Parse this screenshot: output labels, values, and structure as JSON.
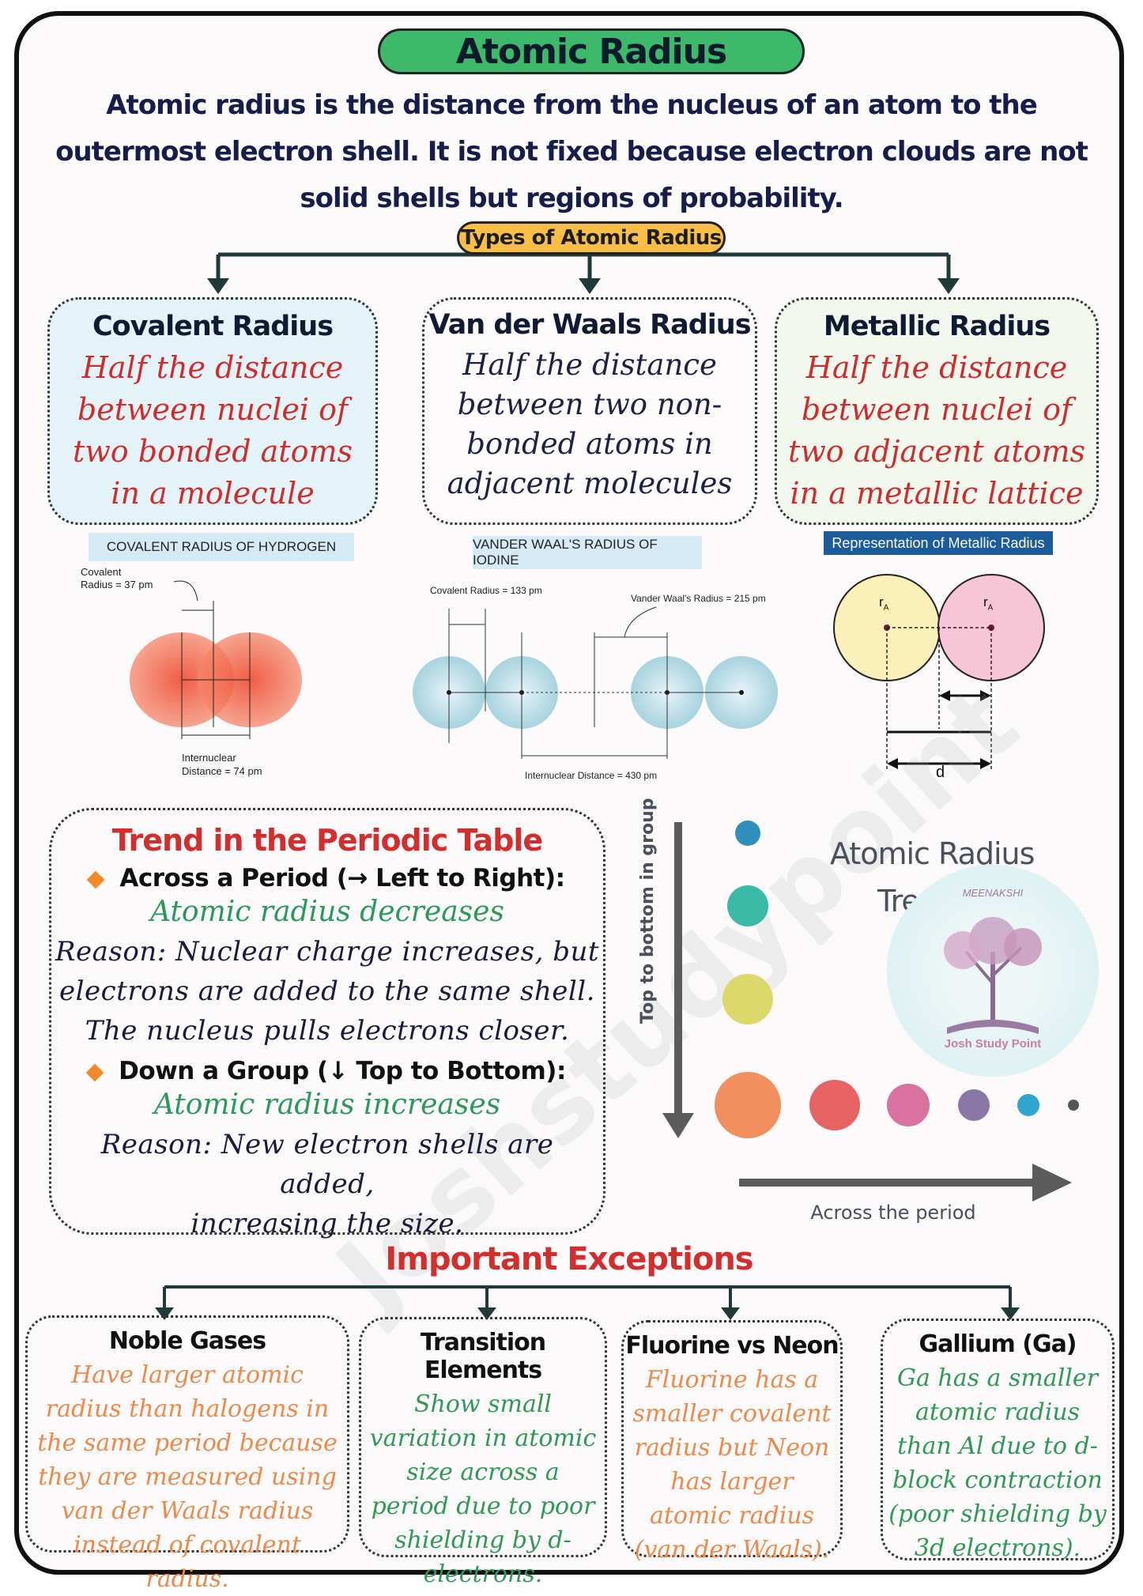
{
  "title": "Atomic Radius",
  "intro": "Atomic radius is the distance from the nucleus of an atom to the outermost electron shell. It is not fixed because electron clouds are not solid shells but regions of probability.",
  "types_label": "Types of Atomic Radius",
  "types": [
    {
      "heading": "Covalent Radius",
      "text": "Half the distance between nuclei of two bonded atoms in a molecule"
    },
    {
      "heading": "Van der Waals Radius",
      "text": "Half the distance between two non-bonded atoms in adjacent molecules"
    },
    {
      "heading": "Metallic Radius",
      "text": "Half the distance between nuclei of two adjacent atoms in a metallic lattice"
    }
  ],
  "diagrams": {
    "covalent": {
      "caption": "COVALENT RADIUS OF HYDROGEN",
      "radius_label_1": "Covalent",
      "radius_label_2": "Radius = 37 pm",
      "distance_label_1": "Internuclear",
      "distance_label_2": "Distance = 74 pm"
    },
    "vdw": {
      "caption": "VANDER WAAL'S RADIUS OF IODINE",
      "covalent_label": "Covalent Radius = 133 pm",
      "vdw_label": "Vander Waal's Radius = 215 pm",
      "distance_label": "Internuclear Distance = 430 pm"
    },
    "metallic": {
      "caption": "Representation of Metallic Radius",
      "radius_symbol": "r",
      "radius_subscript": "A",
      "d_label": "d"
    }
  },
  "trend": {
    "title": "Trend in the Periodic Table",
    "period_head": "Across a Period (→ Left to Right):",
    "period_result": "Atomic radius decreases",
    "period_reason": [
      "Reason: Nuclear charge increases, but",
      "electrons are added to the same shell.",
      "The nucleus pulls electrons closer."
    ],
    "group_head": "Down a Group (↓ Top to Bottom):",
    "group_result": "Atomic radius increases",
    "group_reason": [
      "Reason: New electron shells are added,",
      "increasing the size."
    ]
  },
  "trend_figure": {
    "title_line1": "Atomic Radius",
    "title_line2": "Trends",
    "vertical_label": "Top to bottom in group",
    "horizontal_label": "Across the period",
    "logo_text_top": "MEENAKSHI",
    "logo_text_bottom": "Josh Study Point"
  },
  "watermark": "Joshstudypoint",
  "exceptions_title": "Important Exceptions",
  "exceptions": [
    {
      "heading": "Noble Gases",
      "text": "Have larger atomic radius than halogens in the same period because they are measured using van der Waals radius instead of covalent radius."
    },
    {
      "heading": "Transition Elements",
      "text": "Show small variation in atomic size across a period due to poor shielding by d-electrons."
    },
    {
      "heading": "Fluorine vs Neon",
      "text": "Fluorine has a smaller covalent radius but Neon has larger atomic radius (van der Waals)."
    },
    {
      "heading": "Gallium (Ga)",
      "text": "Ga has a smaller atomic radius than Al due to d-block contraction (poor shielding by 3d electrons)."
    }
  ],
  "colors": {
    "title_green": "#3cb96a",
    "types_yellow": "#f9be45",
    "heading_red": "#d22e2e",
    "text_green": "#2e9a55",
    "text_orange": "#ec8a4a"
  }
}
